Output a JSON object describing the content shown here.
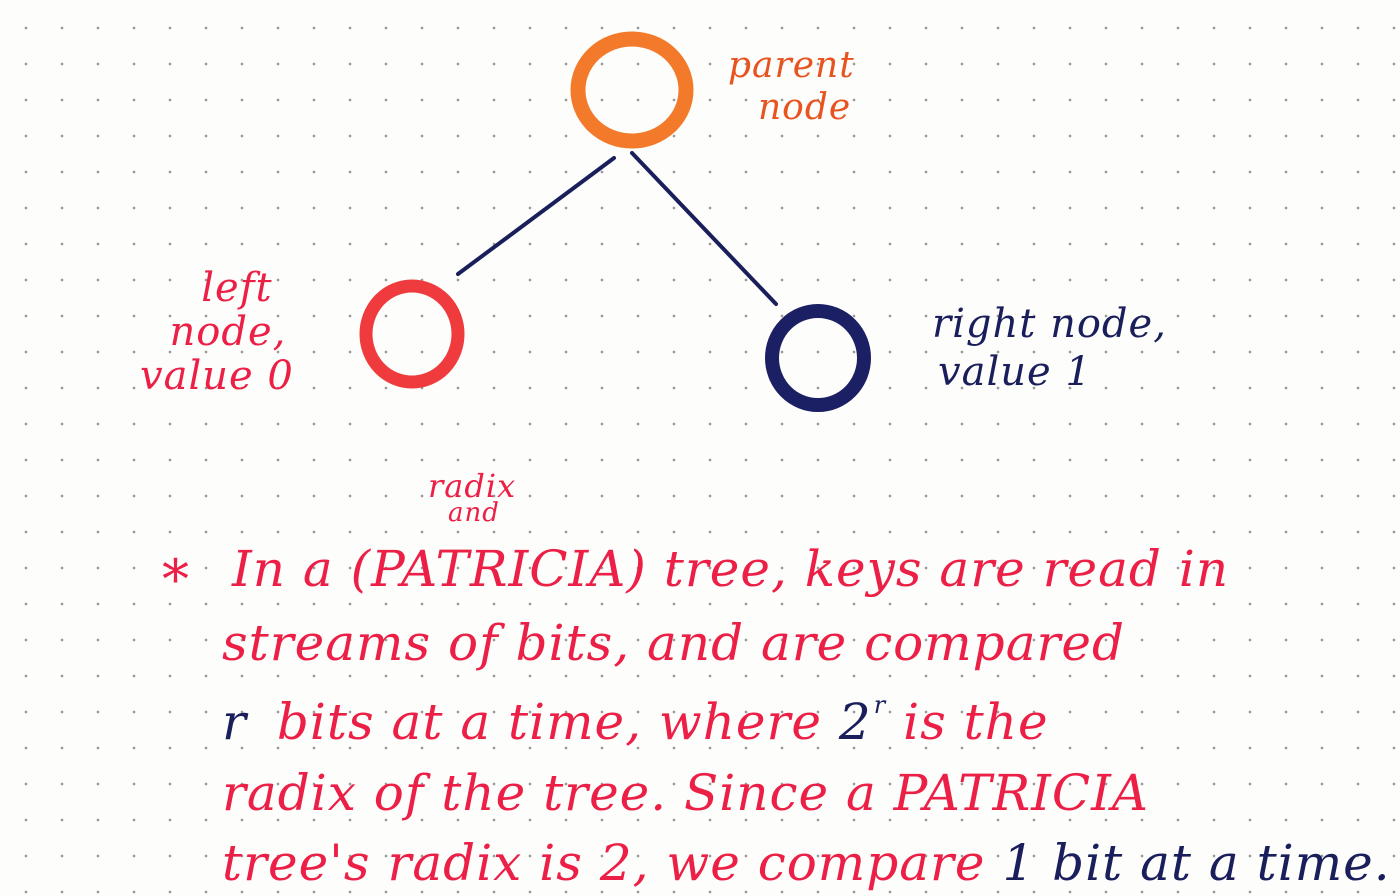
{
  "diagram": {
    "parent_label": {
      "line1": "parent",
      "line2": "node"
    },
    "left_label": {
      "line1": "left",
      "line2": "node,",
      "line3": "value 0"
    },
    "right_label": {
      "line1": "right node,",
      "line2": "value 1"
    },
    "colors": {
      "parent_node": "#f27a2a",
      "left_node": "#ef3b3d",
      "right_node": "#1b1f64",
      "edges": "#1a1f5c",
      "note_text": "#ec1f46",
      "navy_text": "#1a1f5c",
      "parent_text": "#e8541f"
    }
  },
  "note": {
    "star": "*",
    "superscript_top": "radix",
    "superscript_and": "and",
    "line1": {
      "before": "In a",
      "paren": "(PATRICIA)",
      "after": "tree, keys are read in"
    },
    "line2": "streams of bits, and are compared",
    "line3": {
      "var": "r",
      "text": "bits at a time, where",
      "base": "2",
      "exp": "r",
      "tail": "is the"
    },
    "line4": "radix of the tree. Since a PATRICIA",
    "line5": {
      "text": "tree's radix is 2, we compare",
      "navy": "1 bit at a time."
    }
  }
}
